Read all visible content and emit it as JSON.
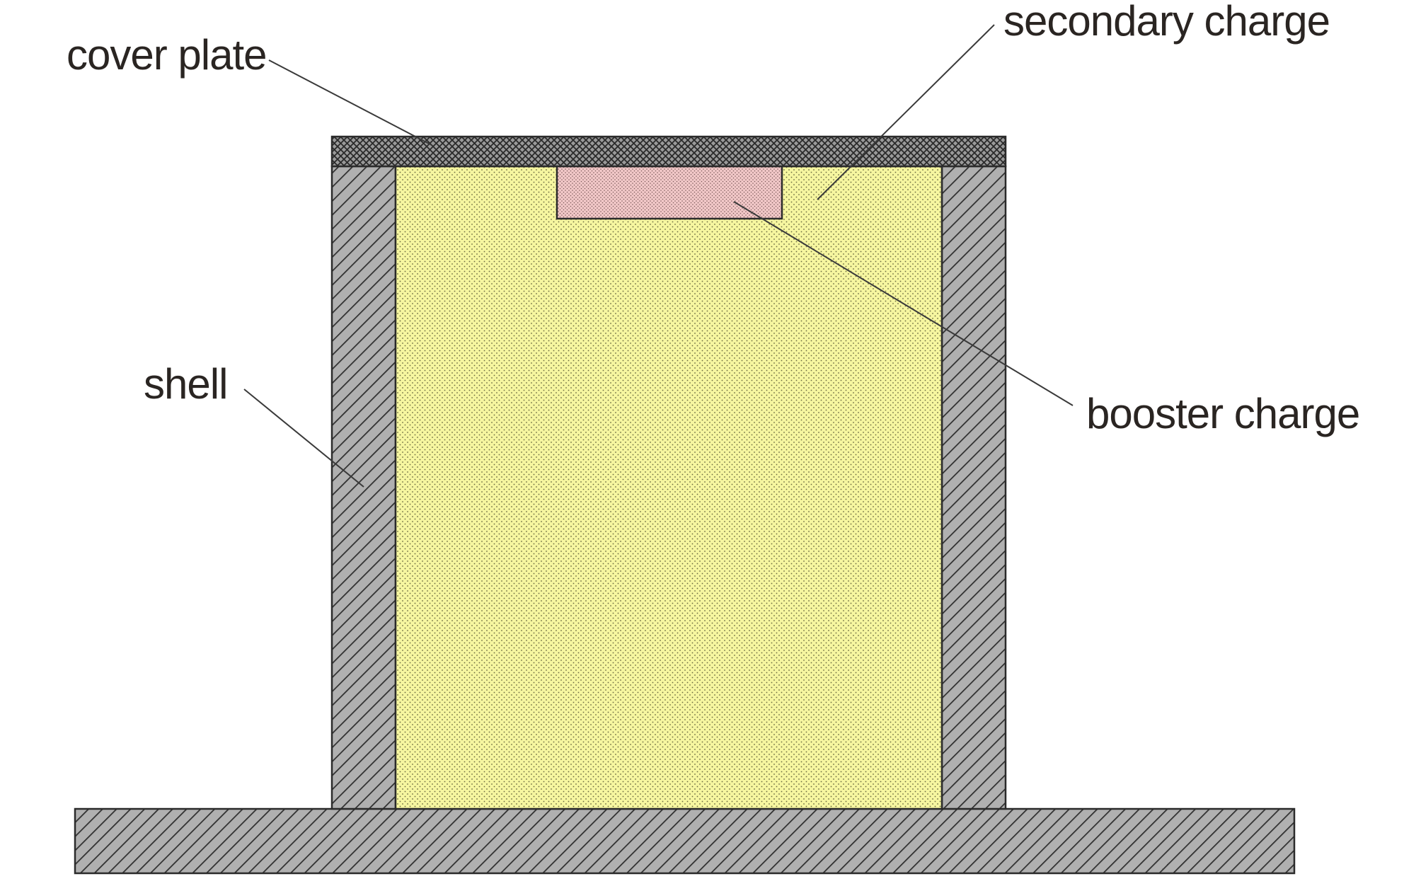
{
  "diagram": {
    "labels": {
      "cover_plate": "cover plate",
      "secondary_charge": "secondary charge",
      "shell": "shell",
      "booster_charge": "booster charge"
    },
    "colors": {
      "shell": "#b0b0b0",
      "cover_plate": "#9a9a9a",
      "secondary_charge": "#f6f6a0",
      "booster_charge": "#f2c8c8",
      "label_text": "#2a2522"
    }
  }
}
